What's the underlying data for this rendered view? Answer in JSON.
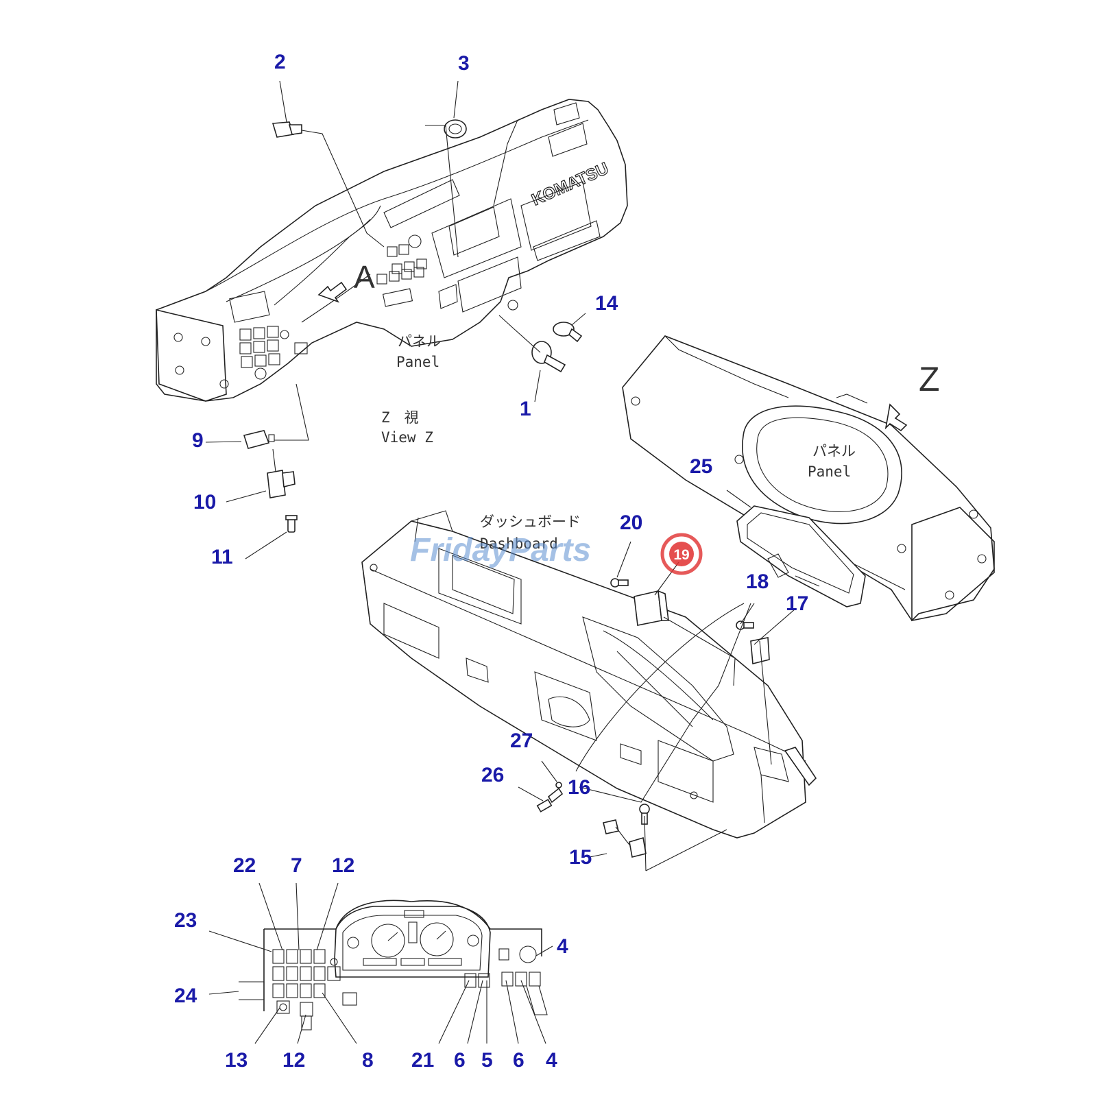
{
  "callouts": [
    {
      "id": "c1",
      "text": "1"
    },
    {
      "id": "c2",
      "text": "2"
    },
    {
      "id": "c3",
      "text": "3"
    },
    {
      "id": "c14",
      "text": "14"
    },
    {
      "id": "c9",
      "text": "9"
    },
    {
      "id": "c10",
      "text": "10"
    },
    {
      "id": "c11",
      "text": "11"
    },
    {
      "id": "c25",
      "text": "25"
    },
    {
      "id": "c20",
      "text": "20"
    },
    {
      "id": "c18",
      "text": "18"
    },
    {
      "id": "c17",
      "text": "17"
    },
    {
      "id": "c27",
      "text": "27"
    },
    {
      "id": "c26",
      "text": "26"
    },
    {
      "id": "c16",
      "text": "16"
    },
    {
      "id": "c15",
      "text": "15"
    },
    {
      "id": "c22",
      "text": "22"
    },
    {
      "id": "c7",
      "text": "7"
    },
    {
      "id": "c12a",
      "text": "12"
    },
    {
      "id": "c23",
      "text": "23"
    },
    {
      "id": "c4a",
      "text": "4"
    },
    {
      "id": "c24",
      "text": "24"
    },
    {
      "id": "c13",
      "text": "13"
    },
    {
      "id": "c12b",
      "text": "12"
    },
    {
      "id": "c8",
      "text": "8"
    },
    {
      "id": "c21",
      "text": "21"
    },
    {
      "id": "c6a",
      "text": "6"
    },
    {
      "id": "c5",
      "text": "5"
    },
    {
      "id": "c6b",
      "text": "6"
    },
    {
      "id": "c4b",
      "text": "4"
    }
  ],
  "labels": {
    "panel_jp_1": "パネル",
    "panel_en_1": "Panel",
    "view_z_jp": "Z　視",
    "view_z_en": "View Z",
    "panel_jp_2": "パネル",
    "panel_en_2": "Panel",
    "dashboard_jp": "ダッシュボード",
    "dashboard_en": "Dashboard",
    "view_letter_a": "A",
    "view_letter_z": "Z",
    "brand_logo": "KOMATSU"
  },
  "watermark": {
    "text": "FridayParts",
    "badge": "19",
    "color": "#5d8fd1",
    "badge_color": "#e03030"
  }
}
